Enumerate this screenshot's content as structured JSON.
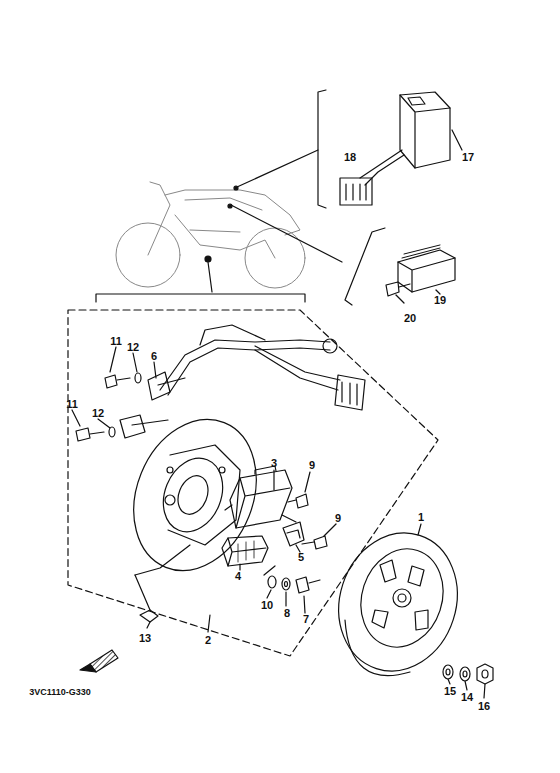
{
  "diagram": {
    "labels": [
      "18",
      "17",
      "19",
      "20",
      "11",
      "12",
      "6",
      "11",
      "12",
      "3",
      "9",
      "9",
      "5",
      "4",
      "10",
      "8",
      "7",
      "1",
      "2",
      "13",
      "15",
      "14",
      "16",
      "3VC1110-G330"
    ]
  }
}
